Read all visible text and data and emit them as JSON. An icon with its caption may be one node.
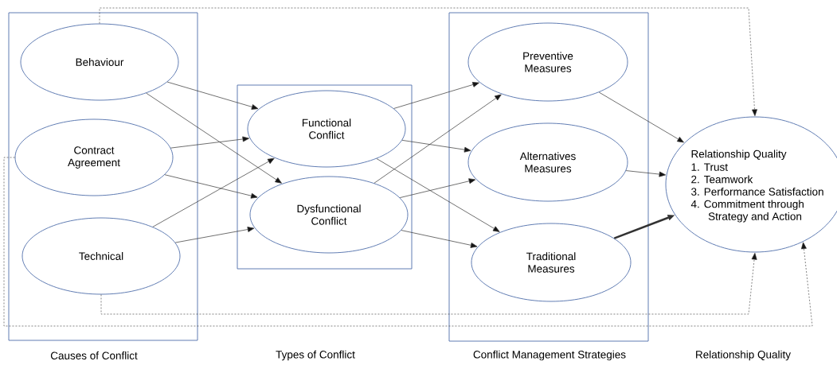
{
  "diagram": {
    "nodes": [
      {
        "text": [],
        "shape": "box"
      },
      {
        "text": [
          "Behaviour"
        ],
        "in": 0
      },
      {
        "text": [
          "Contract Agreement"
        ],
        "in": 0
      },
      {
        "text": [
          "Technical"
        ],
        "in": 0
      },
      {
        "text": [],
        "shape": "box"
      },
      {
        "text": [
          "Functional Conflict"
        ],
        "in": 4
      },
      {
        "text": [
          "Dysfunctional Conflict"
        ],
        "in": 4
      },
      {
        "text": [],
        "shape": "box"
      },
      {
        "text": [
          "Preventive Measures"
        ],
        "in": 7
      },
      {
        "text": [
          "Alternatives Measures"
        ],
        "in": 7
      },
      {
        "text": [
          "Traditional Measures"
        ],
        "in": 7
      },
      {
        "text": [
          "Relationship Quality",
          "1. Trust",
          "2. Teamwork",
          "3. Performance Satisfaction",
          "4. Commitment through Strategy and Action"
        ]
      }
    ],
    "edges": [
      {
        "from": 1,
        "to": 5,
        "arrow": "to"
      },
      {
        "from": 1,
        "to": 6,
        "arrow": "to"
      },
      {
        "from": 2,
        "to": 5,
        "arrow": "to"
      },
      {
        "from": 2,
        "to": 6,
        "arrow": "to"
      },
      {
        "from": 3,
        "to": 5,
        "arrow": "to"
      },
      {
        "from": 3,
        "to": 6,
        "arrow": "to"
      },
      {
        "from": 5,
        "to": 8,
        "arrow": "to"
      },
      {
        "from": 5,
        "to": 9,
        "arrow": "to"
      },
      {
        "from": 5,
        "to": 10,
        "arrow": "to"
      },
      {
        "from": 6,
        "to": 8,
        "arrow": "to"
      },
      {
        "from": 6,
        "to": 9,
        "arrow": "to"
      },
      {
        "from": 6,
        "to": 10,
        "arrow": "to"
      },
      {
        "from": 8,
        "to": 11,
        "arrow": "to"
      },
      {
        "from": 9,
        "to": 11,
        "arrow": "to"
      },
      {
        "from": 10,
        "to": 11,
        "arrow": "to",
        "style": "thick"
      },
      {
        "from": 1,
        "to": 11,
        "arrow": "to",
        "style": "dashed"
      },
      {
        "from": 3,
        "to": 11,
        "arrow": "to",
        "style": "dashed"
      },
      {
        "from": 2,
        "to": 11,
        "arrow": "to",
        "style": "dashed"
      }
    ],
    "labels": [
      "Causes of Conflict",
      "Types of Conflict",
      "Conflict Management Strategies",
      "Relationship Quality"
    ]
  }
}
